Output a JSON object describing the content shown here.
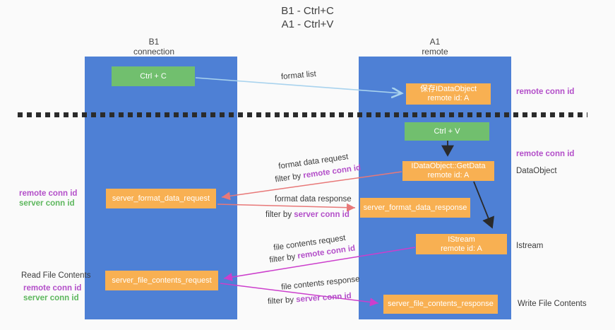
{
  "title": {
    "line1": "B1 - Ctrl+C",
    "line2": "A1 - Ctrl+V"
  },
  "lifelines": {
    "left": {
      "name": "B1",
      "role": "connection"
    },
    "right": {
      "name": "A1",
      "role": "remote"
    }
  },
  "boxes": {
    "ctrl_c": {
      "label": "Ctrl + C"
    },
    "ctrl_v": {
      "label": "Ctrl + V"
    },
    "save_idataobject": {
      "line1": "保存IDataObject",
      "line2": "remote id: A"
    },
    "getdata": {
      "line1": "IDataObject::GetData",
      "line2": "remote id: A"
    },
    "format_request": {
      "label": "server_format_data_request"
    },
    "format_response": {
      "label": "server_format_data_response"
    },
    "istream": {
      "line1": "IStream",
      "line2": "remote id: A"
    },
    "file_request": {
      "label": "server_file_contents_request"
    },
    "file_response": {
      "label": "server_file_contents_response"
    }
  },
  "arrows": {
    "format_list": {
      "label": "format list"
    },
    "format_data_request": {
      "label": "format data request",
      "filter_prefix": "filter by ",
      "filter_key": "remote conn id"
    },
    "format_data_response": {
      "label": "format data response",
      "filter_prefix": "filter by ",
      "filter_key": "server conn id"
    },
    "file_contents_request": {
      "label": "file contents request",
      "filter_prefix": "filter by ",
      "filter_key": "remote conn id"
    },
    "file_contents_response": {
      "label": "file contents response",
      "filter_prefix": "filter by ",
      "filter_key": "server conn id"
    }
  },
  "annotations": {
    "right_remote_conn_id_top": "remote conn id",
    "right_remote_conn_id_mid": "remote conn id",
    "dataobject": "DataObject",
    "istream": "Istream",
    "write_file_contents": "Write File Contents",
    "left_remote_conn_id_top": "remote conn id",
    "left_server_conn_id_top": "server conn id",
    "read_file_contents": "Read File Contents",
    "left_remote_conn_id_bottom": "remote conn id",
    "left_server_conn_id_bottom": "server conn id"
  },
  "colors": {
    "background": "#fafafa",
    "column_blue": "#4e80d5",
    "box_green": "#71bf6e",
    "box_orange": "#f8b052",
    "purple_text": "#b34fc9",
    "green_text": "#5db75d",
    "arrow_light_blue": "#a9d3ee",
    "arrow_salmon": "#e87878",
    "arrow_magenta": "#cc3ecc",
    "arrow_black": "#2a2a2a",
    "dash_line": "#2b2b2b"
  }
}
